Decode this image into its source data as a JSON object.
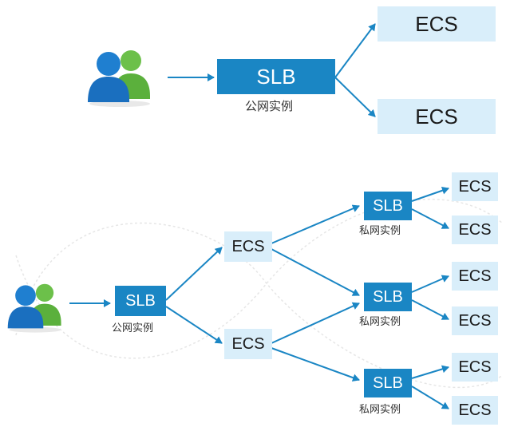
{
  "colors": {
    "slb_fill": "#1a86c4",
    "ecs_fill": "#d9eefa",
    "arrow": "#1a86c4",
    "user_blue": "#1f7fd0",
    "user_green": "#6cc04a"
  },
  "top_diagram": {
    "users_icon": "users-icon",
    "slb": {
      "label": "SLB",
      "caption": "公网实例"
    },
    "ecs": [
      {
        "label": "ECS"
      },
      {
        "label": "ECS"
      }
    ]
  },
  "bottom_diagram": {
    "users_icon": "users-icon",
    "slb": {
      "label": "SLB",
      "caption": "公网实例"
    },
    "ecs_mid": [
      {
        "label": "ECS"
      },
      {
        "label": "ECS"
      }
    ],
    "slb_private": [
      {
        "label": "SLB",
        "caption": "私网实例",
        "ecs": [
          {
            "label": "ECS"
          },
          {
            "label": "ECS"
          }
        ]
      },
      {
        "label": "SLB",
        "caption": "私网实例",
        "ecs": [
          {
            "label": "ECS"
          },
          {
            "label": "ECS"
          }
        ]
      },
      {
        "label": "SLB",
        "caption": "私网实例",
        "ecs": [
          {
            "label": "ECS"
          },
          {
            "label": "ECS"
          }
        ]
      }
    ]
  }
}
